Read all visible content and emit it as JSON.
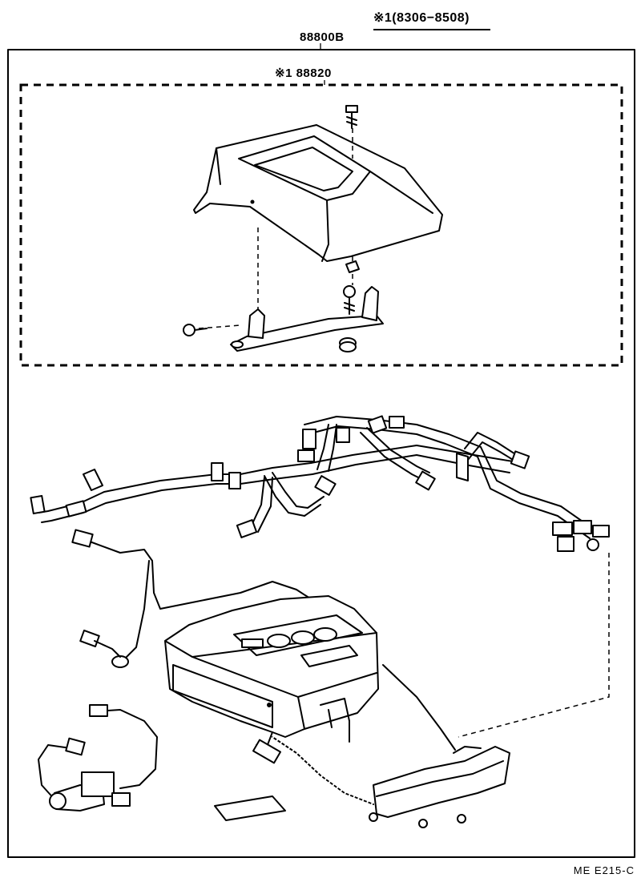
{
  "labels": {
    "date_range": "※1(8306−8508)",
    "assembly_number": "88800B",
    "sub_assembly_number": "※1 88820",
    "diagram_code": "ME  E215-C"
  }
}
